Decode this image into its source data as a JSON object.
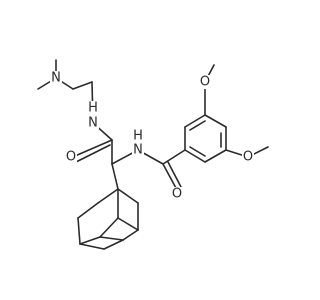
{
  "molecule": {
    "atom_labels": {
      "n_dimethyl": "N",
      "n_amide_top": "N",
      "h_amide_top": "H",
      "o_amide_left": "O",
      "n_amide_mid": "N",
      "h_amide_mid": "H",
      "o_amide_right": "O",
      "o_methoxy_top": "O",
      "o_methoxy_right": "O"
    },
    "colors": {
      "bond": "#2b2b2b",
      "label": "#2b2b2b",
      "background": "#ffffff"
    }
  }
}
